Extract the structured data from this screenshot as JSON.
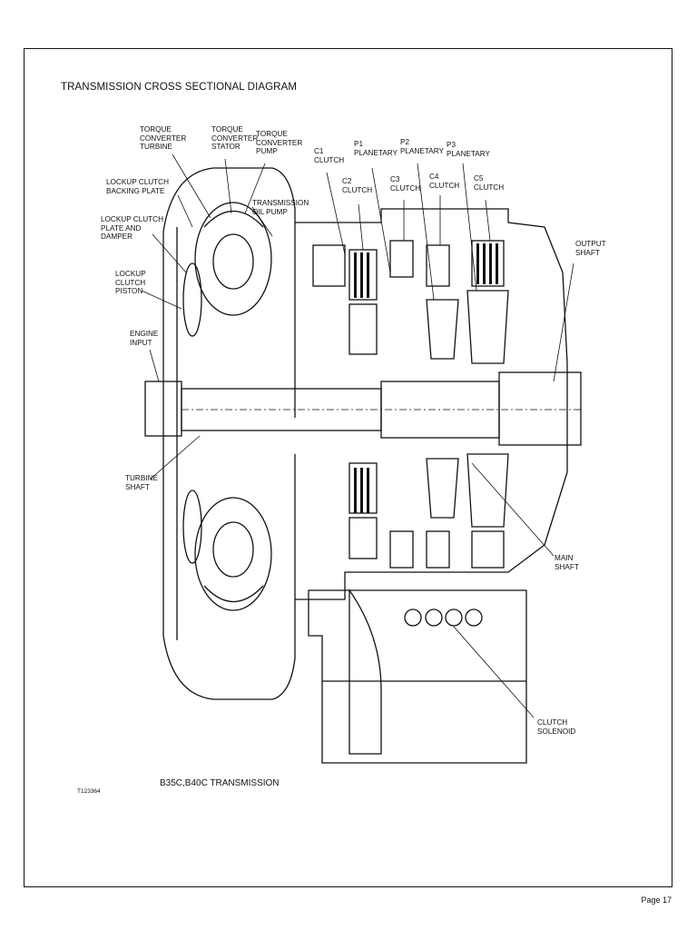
{
  "title": "TRANSMISSION CROSS SECTIONAL DIAGRAM",
  "model": "B35C,B40C TRANSMISSION",
  "figure_code": "T123364",
  "page": "Page 17",
  "labels": {
    "tc_turbine": "TORQUE\nCONVERTER\nTURBINE",
    "tc_stator": "TORQUE\nCONVERTER\nSTATOR",
    "tc_pump": "TORQUE\nCONVERTER\nPUMP",
    "c1": "C1\nCLUTCH",
    "p1": "P1\nPLANETARY",
    "p2": "P2\nPLANETARY",
    "p3": "P3\nPLANETARY",
    "c2": "C2\nCLUTCH",
    "c3": "C3\nCLUTCH",
    "c4": "C4\nCLUTCH",
    "c5": "C5\nCLUTCH",
    "lockup_backing": "LOCKUP CLUTCH\nBACKING PLATE",
    "lockup_plate": "LOCKUP CLUTCH\nPLATE AND\nDAMPER",
    "lockup_piston": "LOCKUP\nCLUTCH\nPISTON",
    "engine_input": "ENGINE\nINPUT",
    "trans_oil_pump": "TRANSMISSION\nOIL PUMP",
    "output_shaft": "OUTPUT\nSHAFT",
    "turbine_shaft": "TURBINE\nSHAFT",
    "main_shaft": "MAIN\nSHAFT",
    "clutch_solenoid": "CLUTCH\nSOLENOID"
  }
}
